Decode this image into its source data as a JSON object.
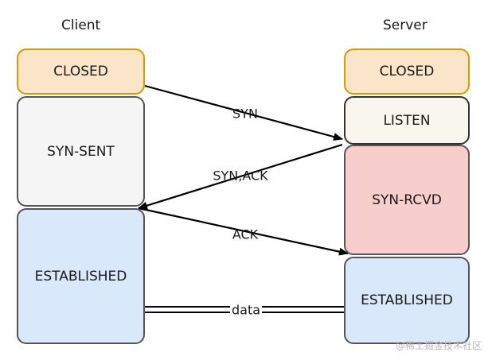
{
  "columns": {
    "client": "Client",
    "server": "Server"
  },
  "client_states": [
    {
      "label": "CLOSED",
      "fill": "#fbe5c9",
      "border": "#d79b00"
    },
    {
      "label": "SYN-SENT",
      "fill": "#f5f5f5",
      "border": "#555555"
    },
    {
      "label": "ESTABLISHED",
      "fill": "#dae8fc",
      "border": "#555555"
    }
  ],
  "server_states": [
    {
      "label": "CLOSED",
      "fill": "#fbe5c9",
      "border": "#d79b00"
    },
    {
      "label": "LISTEN",
      "fill": "#f9f7ed",
      "border": "#333333"
    },
    {
      "label": "SYN-RCVD",
      "fill": "#f8cecc",
      "border": "#555555"
    },
    {
      "label": "ESTABLISHED",
      "fill": "#dae8fc",
      "border": "#555555"
    }
  ],
  "messages": [
    {
      "label": "SYN",
      "from": "client",
      "to": "server"
    },
    {
      "label": "SYN,ACK",
      "from": "server",
      "to": "client"
    },
    {
      "label": "ACK",
      "from": "client",
      "to": "server"
    }
  ],
  "data_link": {
    "label": "data"
  },
  "watermark": "@稀土掘金技术社区",
  "colors": {
    "arrow": "#000000"
  }
}
